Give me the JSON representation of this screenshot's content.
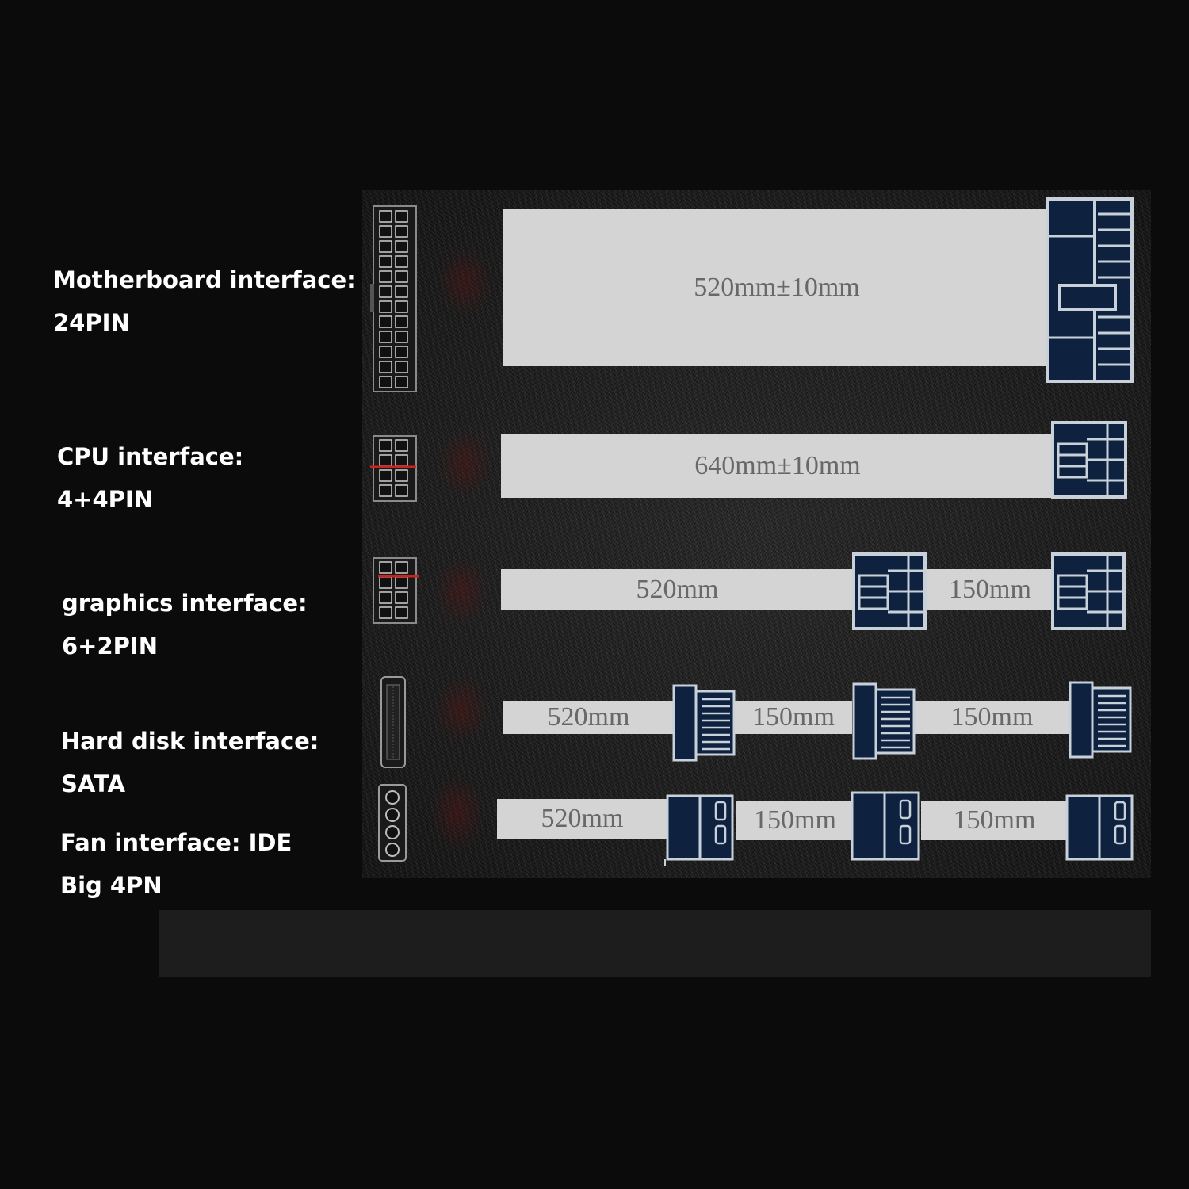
{
  "labels": [
    {
      "title": "Motherboard interface:",
      "value": "24PIN"
    },
    {
      "title": "CPU interface:",
      "value": "4+4PIN"
    },
    {
      "title": "graphics interface:",
      "value": "6+2PIN"
    },
    {
      "title": "Hard disk interface:",
      "value": "SATA"
    },
    {
      "title": "Fan interface: IDE",
      "value": "Big 4PN"
    }
  ],
  "cables": {
    "motherboard": {
      "length": "520mm±10mm"
    },
    "cpu": {
      "length": "640mm±10mm"
    },
    "graphics": {
      "segments": [
        "520mm",
        "150mm"
      ]
    },
    "sata": {
      "segments": [
        "520mm",
        "150mm",
        "150mm"
      ]
    },
    "fan": {
      "segments": [
        "520mm",
        "150mm",
        "150mm"
      ]
    }
  },
  "colors": {
    "background": "#0b0b0b",
    "cable": "#d4d4d4",
    "connector_fill": "#0e2240",
    "connector_outline": "#c8d0da",
    "pin_marker": "#cc2222",
    "label_text": "#ffffff",
    "cable_text": "#686868"
  },
  "icons": [
    "24pin-connector-icon",
    "cpu-8pin-connector-icon",
    "pcie-8pin-connector-icon",
    "sata-connector-icon",
    "molex-connector-icon"
  ]
}
